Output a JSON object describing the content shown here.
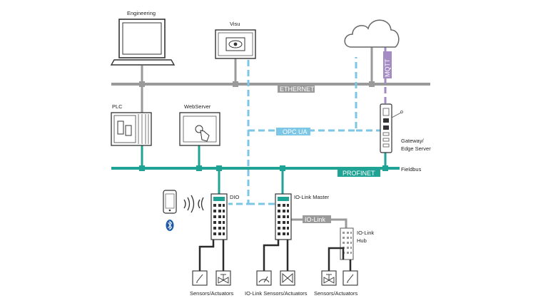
{
  "labels": {
    "engineering": "Engineering",
    "visu": "Visu",
    "plc": "PLC",
    "webserver": "WebServer",
    "gateway_line1": "Gateway/",
    "gateway_line2": "Edge Server",
    "fieldbus": "Fieldbus",
    "dio": "DIO",
    "iolink_master": "IO-Link Master",
    "iolink_hub_line1": "IO-Link",
    "iolink_hub_line2": "Hub",
    "sensors_left": "Sensors/Actuators",
    "iolink_sensors": "IO-Link Sensors/Actuators",
    "sensors_right": "Sensors/Actuators"
  },
  "tags": {
    "ethernet": "ETHERNET",
    "opcua": "OPC UA",
    "profinet": "PROFINET",
    "iolink": "IO-Link",
    "mqtt": "MQTT"
  },
  "icons": [
    "laptop-icon",
    "monitor-eye-icon",
    "cloud-icon",
    "plc-icon",
    "touch-panel-icon",
    "gateway-icon",
    "smartphone-icon",
    "bluetooth-icon",
    "wireless-signal-icon",
    "switch-icon",
    "valve-icon",
    "gauge-icon"
  ],
  "colors": {
    "ethernet": "#9a9a9a",
    "profinet": "#1fa394",
    "opcua": "#7cc6e6",
    "mqtt": "#a48bc3",
    "cable": "#2b2b2b",
    "bluetooth": "#1e5aa8"
  }
}
